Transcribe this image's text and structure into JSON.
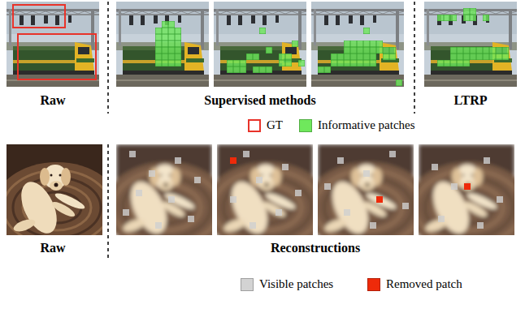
{
  "diagram": {
    "labels": [
      "Raw",
      "Supervised methods",
      "LTRP",
      "Raw",
      "Reconstructions"
    ],
    "legend": [
      {
        "text": "GT"
      },
      {
        "text": "Informative patches",
        "color": "#6fe85c"
      },
      {
        "text": "Visible patches",
        "color": "#d3d3d3"
      },
      {
        "text": "Removed patch",
        "color": "#ee2a0a"
      }
    ]
  }
}
